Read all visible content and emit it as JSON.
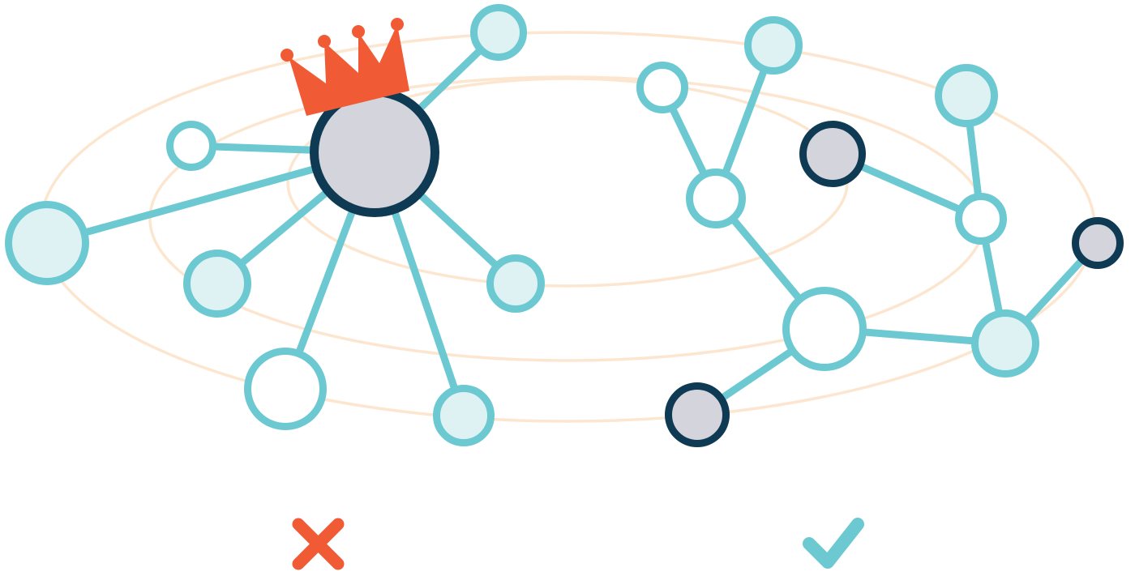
{
  "colors": {
    "background": "#ffffff",
    "orbit": "#fde6cf",
    "edge": "#6cc9d2",
    "node_outline": "#6cc9d2",
    "node_fill_light": "#def2f4",
    "node_fill_white": "#ffffff",
    "node_dark_outline": "#0e3a54",
    "node_dark_fill": "#d3d4dc",
    "crown": "#f05a35",
    "cross": "#f05a35",
    "check": "#6cc9d2"
  },
  "diagrams": [
    {
      "name": "centralized-network",
      "marker": "cross",
      "crown_on": "hub",
      "nodes": [
        {
          "id": "hub",
          "style": "dark"
        },
        {
          "id": "l-far-left",
          "style": "light"
        },
        {
          "id": "l-left-small",
          "style": "white"
        },
        {
          "id": "l-lower-left",
          "style": "light"
        },
        {
          "id": "l-bottom",
          "style": "white"
        },
        {
          "id": "l-bottom-right",
          "style": "light"
        },
        {
          "id": "l-right",
          "style": "light"
        },
        {
          "id": "l-top-right",
          "style": "light"
        }
      ],
      "edges": [
        [
          "hub",
          "l-far-left"
        ],
        [
          "hub",
          "l-left-small"
        ],
        [
          "hub",
          "l-lower-left"
        ],
        [
          "hub",
          "l-bottom"
        ],
        [
          "hub",
          "l-bottom-right"
        ],
        [
          "hub",
          "l-right"
        ],
        [
          "hub",
          "l-top-right"
        ]
      ]
    },
    {
      "name": "distributed-network",
      "marker": "check",
      "nodes": [
        {
          "id": "r-top-a",
          "style": "white"
        },
        {
          "id": "r-top-b",
          "style": "light"
        },
        {
          "id": "r-mid",
          "style": "white"
        },
        {
          "id": "r-dark-a",
          "style": "dark"
        },
        {
          "id": "r-top-c",
          "style": "light"
        },
        {
          "id": "r-right-mid",
          "style": "white"
        },
        {
          "id": "r-dark-b",
          "style": "dark"
        },
        {
          "id": "r-big",
          "style": "white"
        },
        {
          "id": "r-right-low",
          "style": "light"
        },
        {
          "id": "r-dark-c",
          "style": "dark"
        }
      ],
      "edges": [
        [
          "r-top-a",
          "r-mid"
        ],
        [
          "r-top-b",
          "r-mid"
        ],
        [
          "r-mid",
          "r-big"
        ],
        [
          "r-big",
          "r-dark-c"
        ],
        [
          "r-big",
          "r-right-low"
        ],
        [
          "r-right-low",
          "r-dark-b"
        ],
        [
          "r-right-low",
          "r-right-mid"
        ],
        [
          "r-right-mid",
          "r-top-c"
        ],
        [
          "r-right-mid",
          "r-dark-a"
        ]
      ]
    }
  ]
}
